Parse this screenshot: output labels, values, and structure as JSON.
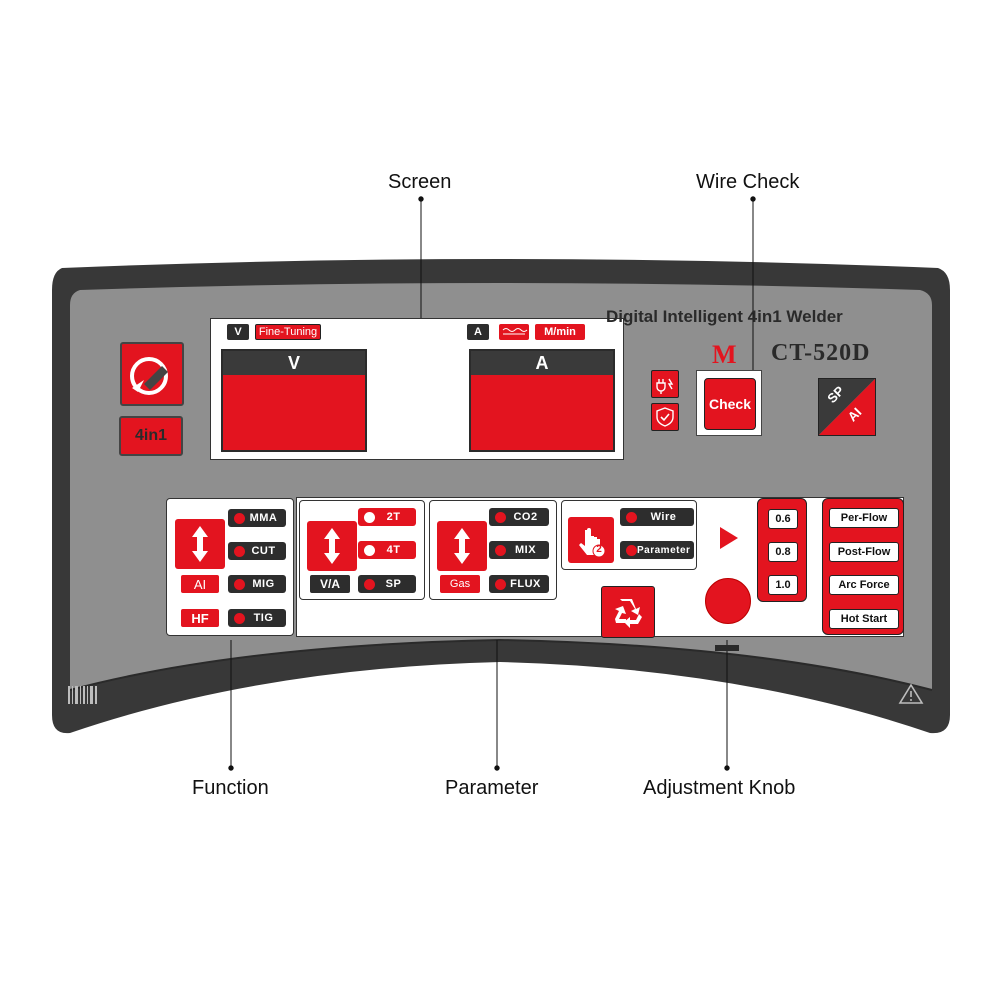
{
  "callouts": {
    "screen": "Screen",
    "wire_check": "Wire Check",
    "function": "Function",
    "parameter": "Parameter",
    "adjustment_knob": "Adjustment Knob"
  },
  "header": {
    "title": "Digital Intelligent 4in1 Welder",
    "brand_mark": "M",
    "model": "CT-520D"
  },
  "badges": {
    "four_in_one": "4in1",
    "sp": "SP",
    "ai": "AI"
  },
  "screen": {
    "left_tag_v": "V",
    "left_tag_fine": "Fine-Tuning",
    "left_display_label": "V",
    "right_tag_a": "A",
    "right_tag_mmin": "M/min",
    "right_display_label": "A"
  },
  "check_button": "Check",
  "function_panel": {
    "items": [
      "MMA",
      "CUT",
      "MIG",
      "TIG"
    ],
    "ai_label": "AI",
    "hf_label": "HF"
  },
  "trigger_panel": {
    "items": [
      "2T",
      "4T",
      "SP"
    ],
    "va_label": "V/A"
  },
  "gas_panel": {
    "items": [
      "CO2",
      "MIX",
      "FLUX"
    ],
    "gas_label": "Gas"
  },
  "wire_panel": {
    "items": [
      "Wire",
      "Parameter"
    ],
    "badge": "2"
  },
  "wire_sizes": [
    "0.6",
    "0.8",
    "1.0"
  ],
  "right_buttons": [
    "Per-Flow",
    "Post-Flow",
    "Arc Force",
    "Hot Start"
  ],
  "colors": {
    "accent_red": "#e3141f",
    "panel_gray": "#8f8f8f",
    "bezel_dark": "#3a3a3a"
  }
}
